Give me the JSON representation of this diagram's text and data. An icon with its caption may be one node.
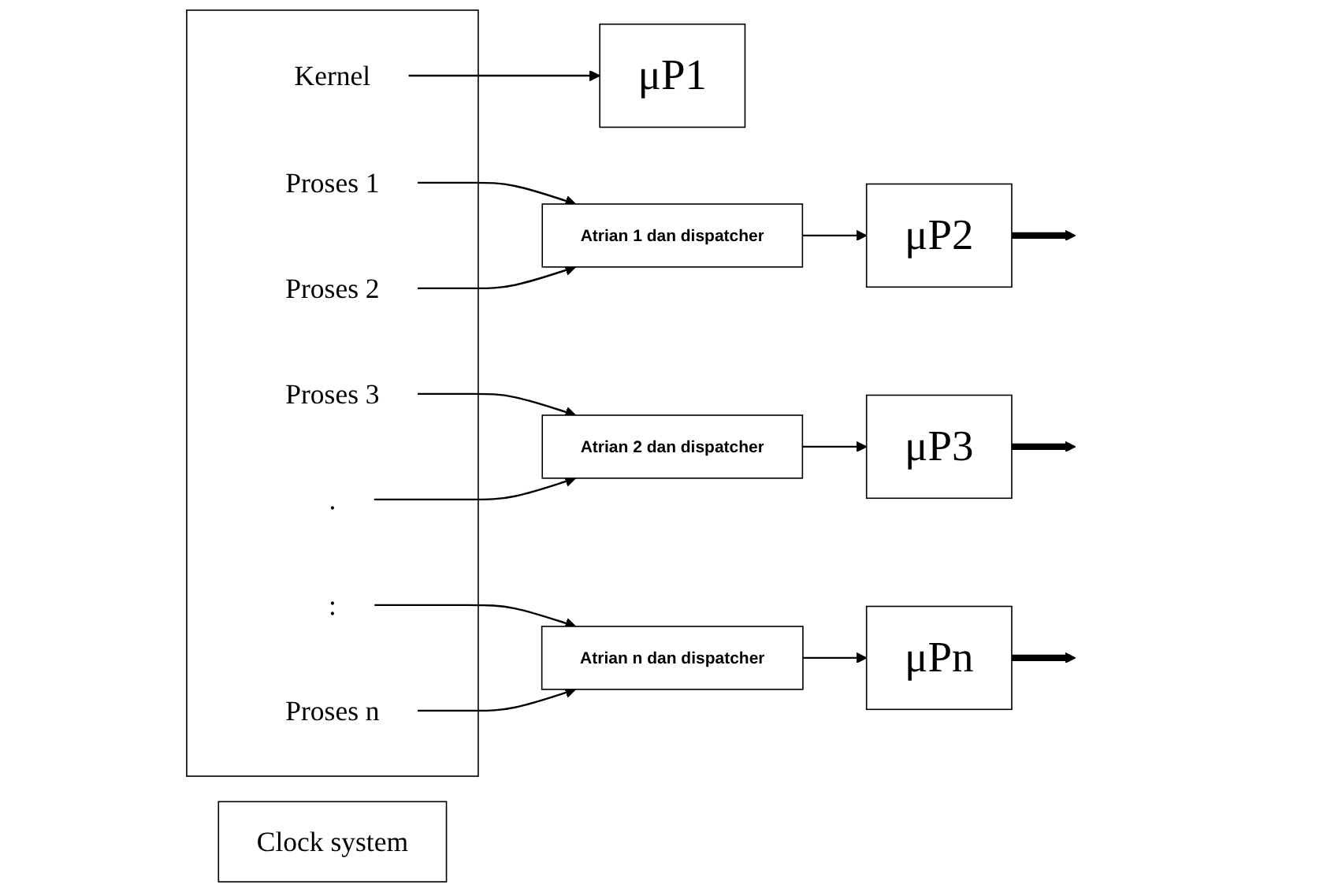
{
  "diagram": {
    "nodes": [
      {
        "text": [
          "Clock system"
        ]
      },
      {
        "text": [],
        "shape": "box"
      },
      {
        "text": [
          "Kernel"
        ],
        "in": 1
      },
      {
        "text": [
          "Proses 1"
        ],
        "in": 1
      },
      {
        "text": [
          "Proses 2"
        ],
        "in": 1
      },
      {
        "text": [
          "Proses 3"
        ],
        "in": 1
      },
      {
        "text": [
          "."
        ],
        "in": 1
      },
      {
        "text": [
          ":"
        ],
        "in": 1
      },
      {
        "text": [
          "Proses n"
        ],
        "in": 1
      },
      {
        "text": [
          "μP1"
        ]
      },
      {
        "text": [
          "Atrian 1 dan dispatcher"
        ]
      },
      {
        "text": [
          "μP2"
        ]
      },
      {
        "text": [
          "Atrian 2 dan dispatcher"
        ]
      },
      {
        "text": [
          "μP3"
        ]
      },
      {
        "text": [
          "Atrian n dan dispatcher"
        ]
      },
      {
        "text": [
          "μPn"
        ]
      }
    ],
    "edges": [
      {
        "from": 2,
        "to": 9,
        "arrow": "to"
      },
      {
        "from": 3,
        "to": 10,
        "arrow": "to"
      },
      {
        "from": 4,
        "to": 10,
        "arrow": "to"
      },
      {
        "from": 10,
        "to": 11,
        "arrow": "to"
      },
      {
        "from": 5,
        "to": 12,
        "arrow": "to"
      },
      {
        "from": 6,
        "to": 12,
        "arrow": "to"
      },
      {
        "from": 12,
        "to": 13,
        "arrow": "to"
      },
      {
        "from": 7,
        "to": 14,
        "arrow": "to"
      },
      {
        "from": 8,
        "to": 14,
        "arrow": "to"
      },
      {
        "from": 14,
        "to": 15,
        "arrow": "to"
      },
      {
        "from": 11,
        "to": null,
        "arrow": "to",
        "style": "thick"
      },
      {
        "from": 13,
        "to": null,
        "arrow": "to",
        "style": "thick"
      },
      {
        "from": 15,
        "to": null,
        "arrow": "to",
        "style": "thick"
      }
    ]
  }
}
